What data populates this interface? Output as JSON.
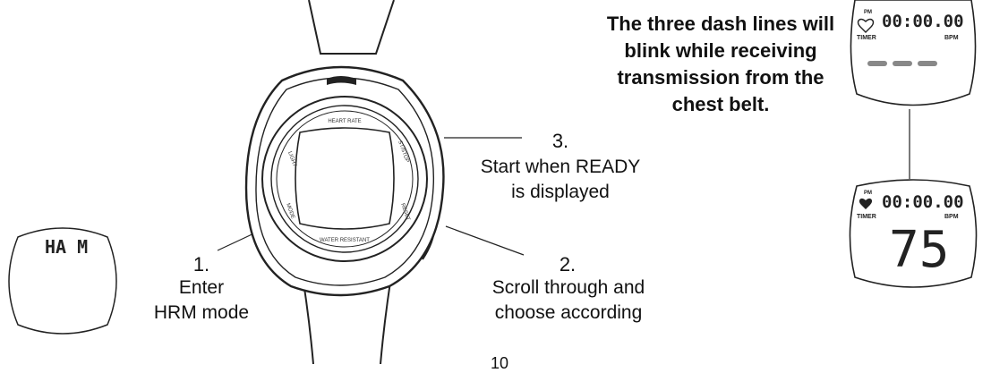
{
  "note": {
    "line1": "The three dash lines will",
    "line2": "blink while receiving",
    "line3": "transmission from the",
    "line4": "chest belt."
  },
  "steps": [
    {
      "num": "1.",
      "line1": "Enter",
      "line2": "HRM mode"
    },
    {
      "num": "2.",
      "line1": "Scroll through and",
      "line2": "choose according"
    },
    {
      "num": "3.",
      "line1": "Start when READY",
      "line2": "is displayed"
    }
  ],
  "small_display": {
    "text": "HA M"
  },
  "watch": {
    "top_label": "HEART RATE",
    "bottom_label": "WATER RESISTANT",
    "left_top": "LIGHT",
    "left_bottom": "MODE",
    "right_top": "ST/STOP",
    "right_bottom": "RESET"
  },
  "lcd_top": {
    "pm": "PM",
    "time": "00:00.00",
    "timer": "TIMER",
    "bpm": "BPM"
  },
  "lcd_bottom": {
    "pm": "PM",
    "time": "00:00.00",
    "timer": "TIMER",
    "bpm": "BPM",
    "value": "75"
  },
  "page_number": "10",
  "icons": [
    "heart-outline-icon",
    "heart-filled-icon"
  ]
}
